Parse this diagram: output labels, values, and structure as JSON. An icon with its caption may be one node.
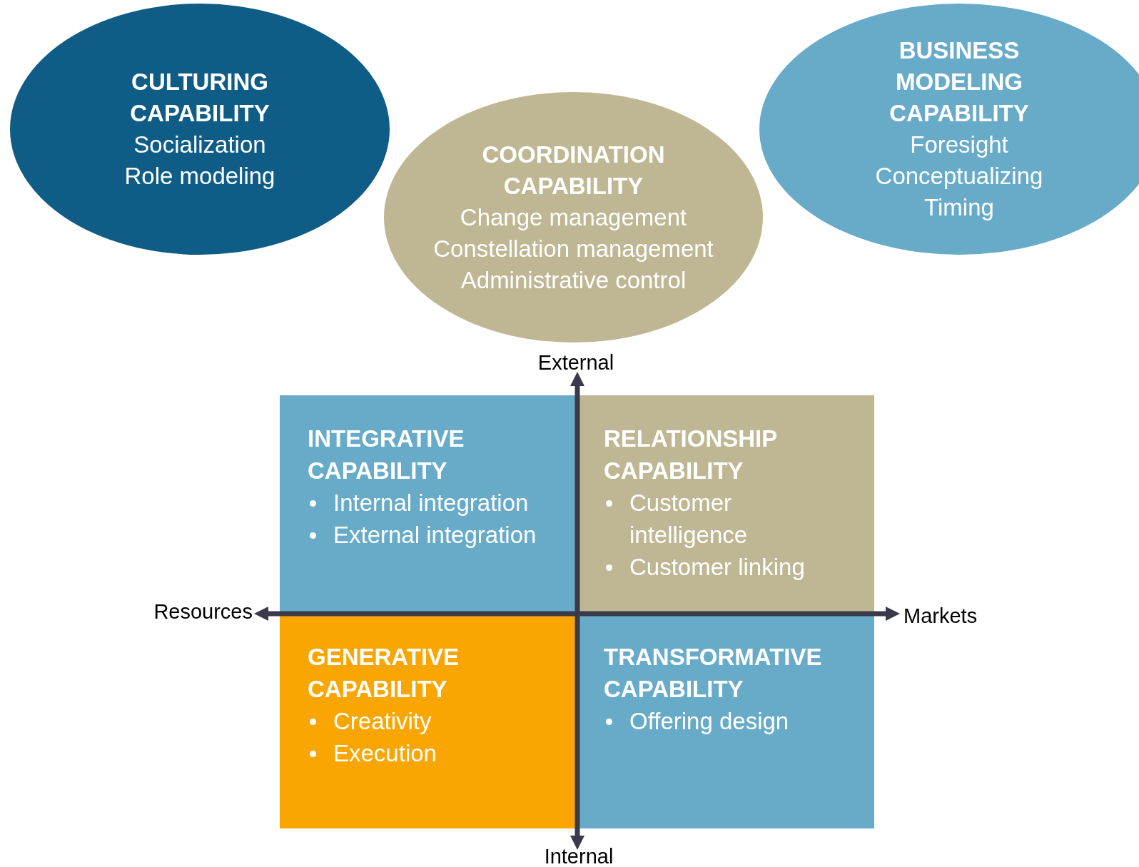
{
  "diagram": {
    "nodes": [
      {
        "text": [
          "CULTURING CAPABILITY",
          "Socialization",
          "Role modeling"
        ]
      },
      {
        "text": [
          "COORDINATION CAPABILITY",
          "Change management",
          "Constellation management",
          "Administrative control"
        ]
      },
      {
        "text": [
          "BUSINESS MODELING CAPABILITY",
          "Foresight",
          "Conceptualizing",
          "Timing"
        ]
      },
      {
        "text": [
          "INTEGRATIVE CAPABILITY",
          "Internal integration",
          "External integration"
        ]
      },
      {
        "text": [
          "RELATIONSHIP CAPABILITY",
          "Customer intelligence",
          "Customer linking"
        ]
      },
      {
        "text": [
          "GENERATIVE CAPABILITY",
          "Creativity",
          "Execution"
        ]
      },
      {
        "text": [
          "TRANSFORMATIVE CAPABILITY",
          "Offering design"
        ]
      }
    ],
    "labels": [
      "External",
      "Resources",
      "Markets",
      "Internal"
    ]
  }
}
